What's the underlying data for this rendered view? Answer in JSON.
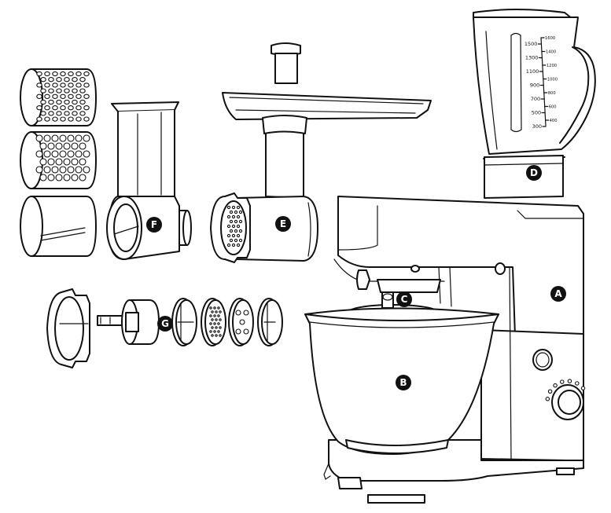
{
  "labels": {
    "A": "A",
    "B": "B",
    "C": "C",
    "D": "D",
    "E": "E",
    "F": "F",
    "G": "G"
  },
  "jug_scale_left": [
    "1500",
    "1300",
    "1100",
    "900",
    "700",
    "500",
    "300"
  ],
  "jug_scale_right": [
    "1600",
    "1400",
    "1200",
    "1000",
    "800",
    "600",
    "400"
  ]
}
